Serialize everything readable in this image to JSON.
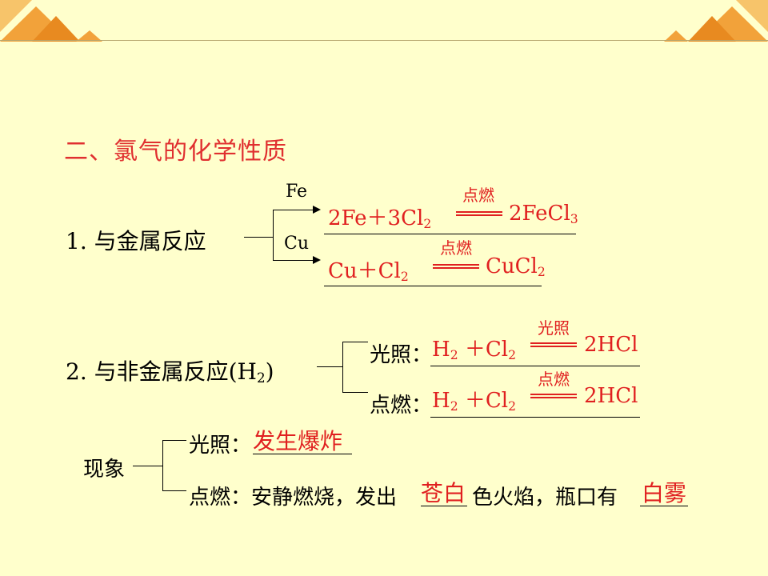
{
  "title": "二、氯气的化学性质",
  "section1": {
    "label": "1.  与金属反应",
    "branch_fe": "Fe",
    "branch_cu": "Cu",
    "fe_eq": {
      "lhs": "2Fe＋3Cl",
      "lhs_sub": "2",
      "condition": "点燃",
      "rhs": "2FeCl",
      "rhs_sub": "3"
    },
    "cu_eq": {
      "lhs": "Cu＋Cl",
      "lhs_sub": "2",
      "condition": "点燃",
      "rhs": "CuCl",
      "rhs_sub": "2"
    }
  },
  "section2": {
    "label": "2.  与非金属反应(H",
    "label_sub": "2",
    "label_end": ")",
    "light": {
      "label": "光照：",
      "lhs_a": "H",
      "lhs_a_sub": "2",
      "lhs_b": " ＋Cl",
      "lhs_b_sub": "2",
      "condition": "光照",
      "rhs": "2HCl"
    },
    "ignite": {
      "label": "点燃：",
      "lhs_a": "H",
      "lhs_a_sub": "2",
      "lhs_b": " ＋Cl",
      "lhs_b_sub": "2",
      "condition": "点燃",
      "rhs": "2HCl"
    }
  },
  "phenomena": {
    "label": "现象",
    "light_label": "光照：",
    "light_answer": "发生爆炸",
    "ignite_text1": "点燃：安静燃烧，发出",
    "ignite_answer1": "苍白",
    "ignite_text2": "色火焰，瓶口有",
    "ignite_answer2": "白雾"
  },
  "colors": {
    "background": "#FFFFCC",
    "accent_red": "#E02020",
    "banner_orange": "#F0A030"
  }
}
